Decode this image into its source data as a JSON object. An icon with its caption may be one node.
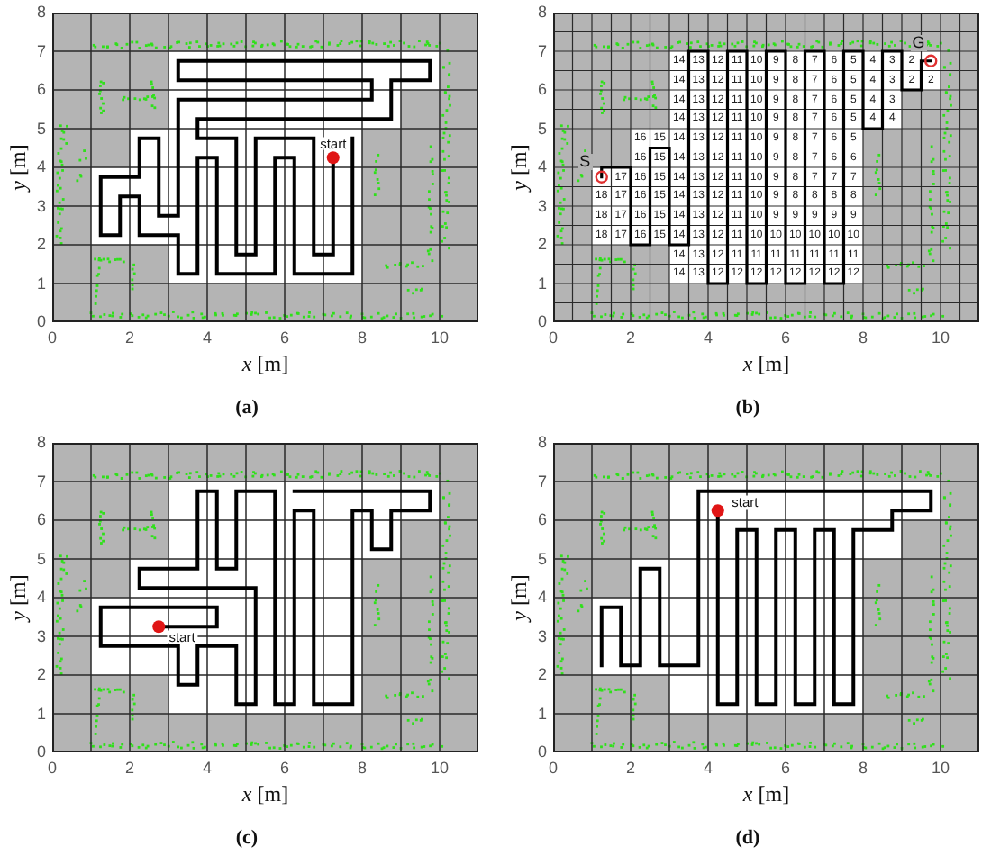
{
  "diagram": {
    "labels": [
      "8",
      "7",
      "6",
      "5",
      "4",
      "3",
      "2",
      "1",
      "0",
      "start",
      "0",
      "2",
      "4",
      "6",
      "8",
      "10",
      "*x* [m]",
      "*y* [m]",
      "(a)",
      "8",
      "7",
      "6",
      "5",
      "4",
      "3",
      "2",
      "1",
      "0",
      "G",
      "14",
      "13",
      "12",
      "11",
      "10",
      "9",
      "8",
      "7",
      "6",
      "5",
      "4",
      "3",
      "2",
      "14",
      "13",
      "12",
      "11",
      "10",
      "9",
      "8",
      "7",
      "6",
      "5",
      "4",
      "3",
      "2",
      "2",
      "14",
      "13",
      "12",
      "11",
      "10",
      "9",
      "8",
      "7",
      "6",
      "5",
      "4",
      "3",
      "14",
      "13",
      "12",
      "11",
      "10",
      "9",
      "8",
      "7",
      "6",
      "5",
      "4",
      "4",
      "16",
      "15",
      "14",
      "13",
      "12",
      "11",
      "10",
      "9",
      "8",
      "7",
      "6",
      "5",
      "16",
      "15",
      "14",
      "13",
      "12",
      "11",
      "10",
      "9",
      "8",
      "7",
      "6",
      "6",
      "S",
      "17",
      "16",
      "15",
      "14",
      "13",
      "12",
      "11",
      "10",
      "9",
      "8",
      "7",
      "7",
      "7",
      "18",
      "17",
      "16",
      "15",
      "14",
      "13",
      "12",
      "11",
      "10",
      "9",
      "8",
      "8",
      "8",
      "8",
      "18",
      "17",
      "16",
      "15",
      "14",
      "13",
      "12",
      "11",
      "10",
      "9",
      "9",
      "9",
      "9",
      "9",
      "18",
      "17",
      "16",
      "15",
      "14",
      "13",
      "12",
      "11",
      "10",
      "10",
      "10",
      "10",
      "10",
      "10",
      "14",
      "13",
      "12",
      "11",
      "11",
      "11",
      "11",
      "11",
      "11",
      "11",
      "14",
      "13",
      "12",
      "12",
      "12",
      "12",
      "12",
      "12",
      "12",
      "12",
      "0",
      "2",
      "4",
      "6",
      "8",
      "10",
      "*x* [m]",
      "*y* [m]",
      "(b)",
      "8",
      "7",
      "6",
      "5",
      "4",
      "3",
      "2",
      "1",
      "0",
      "start",
      "0",
      "2",
      "4",
      "6",
      "8",
      "10",
      "*x* [m]",
      "*y* [m]",
      "(c)",
      "8",
      "7",
      "6",
      "5",
      "4",
      "3",
      "2",
      "1",
      "0",
      "start",
      "0",
      "2",
      "4",
      "6",
      "8",
      "10",
      "*x* [m]",
      "*y* [m]",
      "(d)"
    ]
  }
}
